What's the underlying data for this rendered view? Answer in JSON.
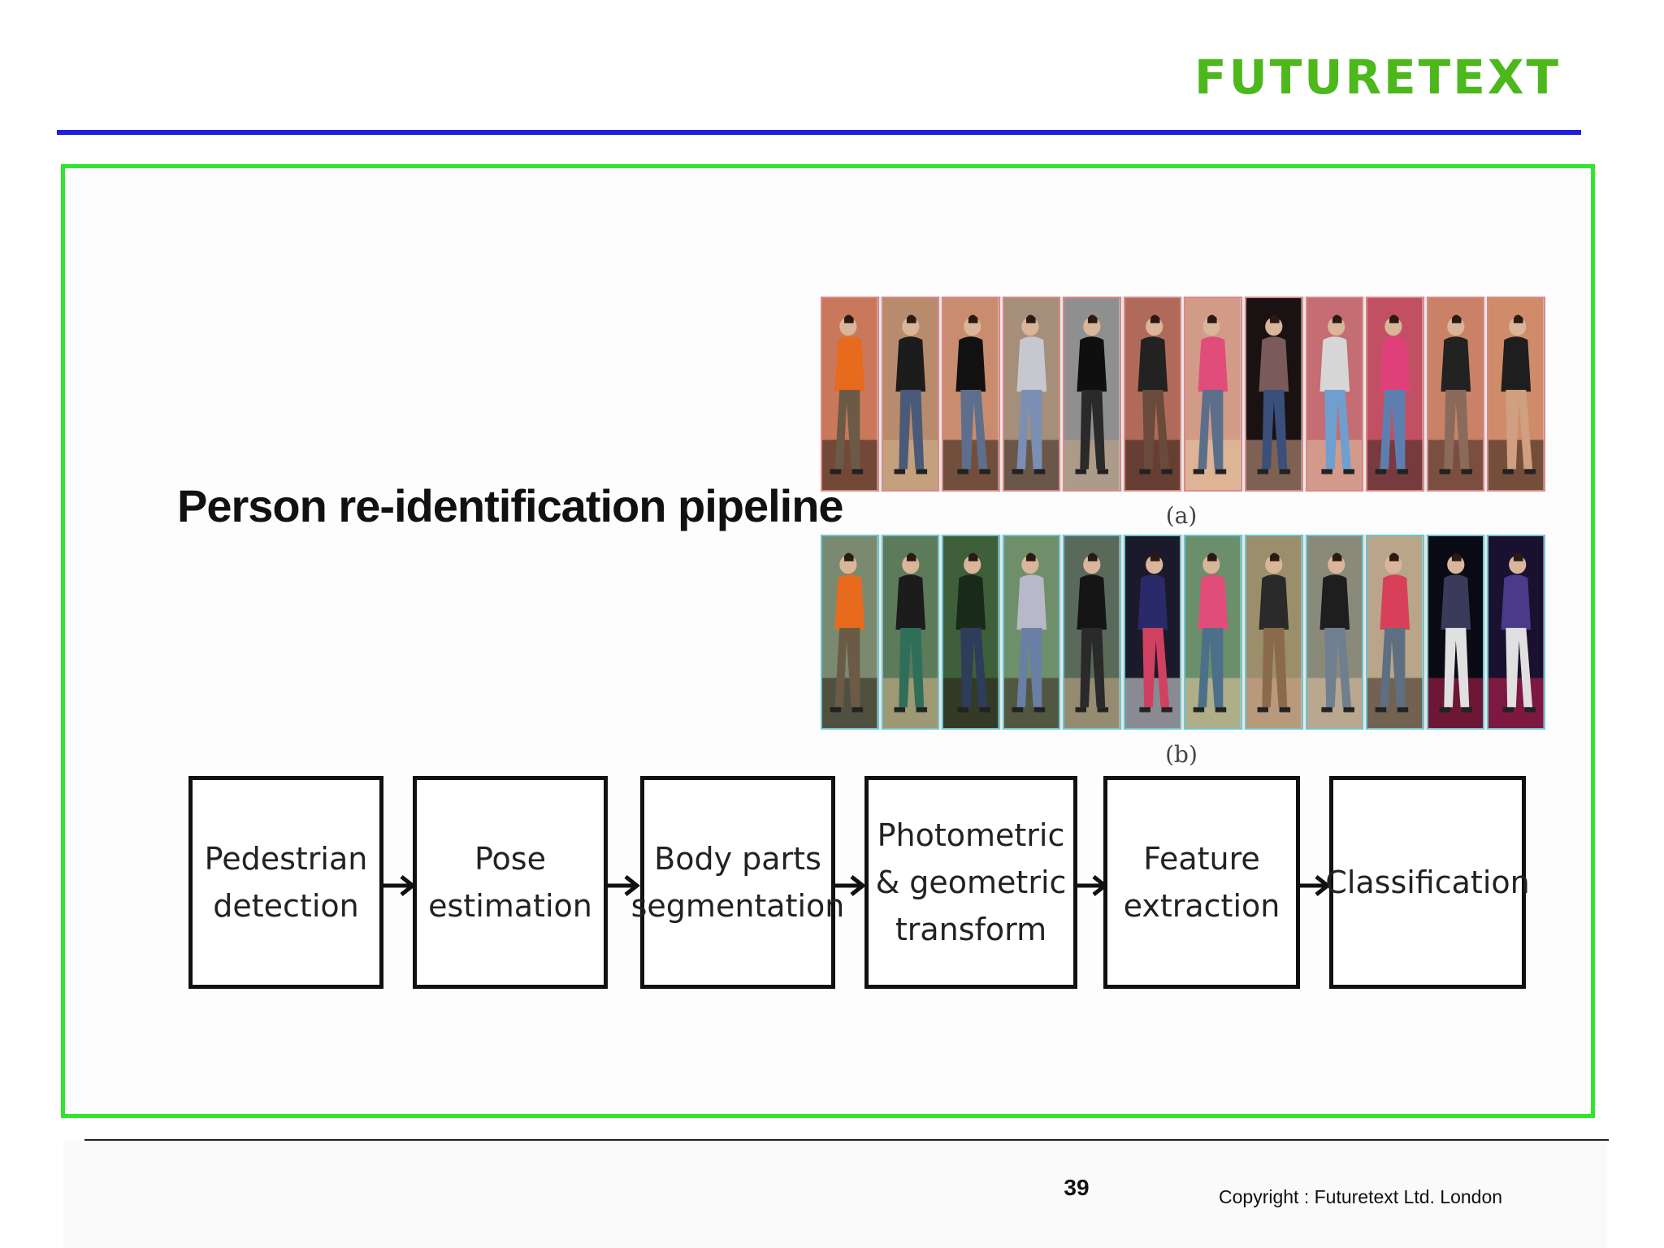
{
  "brand": {
    "logo_text": "FUTURETEXT",
    "logo_color": "#4cb81c",
    "rule_color": "#1f1fe0",
    "frame_color": "#2ee62e"
  },
  "slide": {
    "title": "Person re-identification pipeline",
    "figure": {
      "caption_a": "(a)",
      "caption_b": "(b)",
      "row_a_count": 12,
      "row_b_count": 12
    },
    "pipeline": [
      {
        "label": "Pedestrian\ndetection"
      },
      {
        "label": "Pose\nestimation"
      },
      {
        "label": "Body parts\nsegmentation"
      },
      {
        "label": "Photometric\n& geometric\ntransform"
      },
      {
        "label": "Feature\nextraction"
      },
      {
        "label": "Classification"
      }
    ]
  },
  "footer": {
    "page_number": "39",
    "copyright": "Copyright : Futuretext Ltd. London"
  }
}
